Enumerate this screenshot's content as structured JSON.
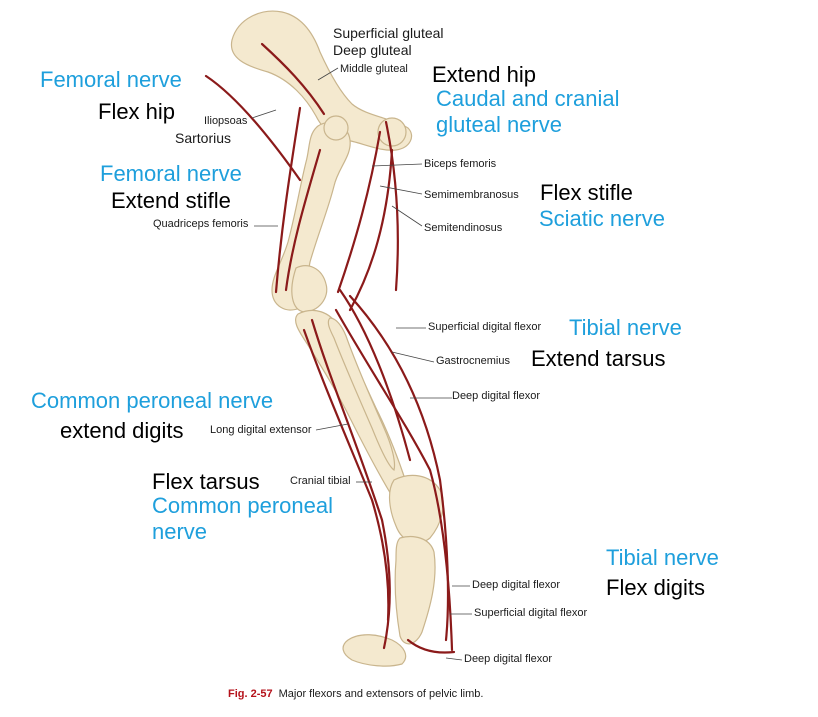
{
  "colors": {
    "nerve_blue": "#1e9fdc",
    "muscle_red": "#8b1a1a",
    "bone": "#f4e9cf",
    "caption_red": "#b5121b"
  },
  "muscles": {
    "superficial_gluteal": "Superficial gluteal",
    "deep_gluteal": "Deep gluteal",
    "middle_gluteal": "Middle gluteal",
    "iliopsoas": "Iliopsoas",
    "sartorius": "Sartorius",
    "biceps_femoris": "Biceps femoris",
    "semimembranosus": "Semimembranosus",
    "semitendinosus": "Semitendinosus",
    "quadriceps_femoris": "Quadriceps femoris",
    "superficial_digital_flexor_1": "Superficial digital flexor",
    "gastrocnemius": "Gastrocnemius",
    "deep_digital_flexor_1": "Deep digital flexor",
    "long_digital_extensor": "Long digital extensor",
    "cranial_tibial": "Cranial tibial",
    "deep_digital_flexor_2": "Deep digital flexor",
    "superficial_digital_flexor_2": "Superficial digital flexor",
    "deep_digital_flexor_3": "Deep digital flexor"
  },
  "annotations": {
    "femoral_nerve_1": "Femoral nerve",
    "flex_hip": "Flex hip",
    "extend_hip": "Extend hip",
    "caudal_cranial_gluteal_1": "Caudal and cranial",
    "caudal_cranial_gluteal_2": "gluteal nerve",
    "femoral_nerve_2": "Femoral nerve",
    "extend_stifle": "Extend stifle",
    "flex_stifle": "Flex stifle",
    "sciatic_nerve": "Sciatic nerve",
    "tibial_nerve_1": "Tibial nerve",
    "extend_tarsus": "Extend tarsus",
    "common_peroneal_1": "Common peroneal nerve",
    "extend_digits": "extend digits",
    "flex_tarsus": "Flex tarsus",
    "common_peroneal_2a": "Common peroneal",
    "common_peroneal_2b": "nerve",
    "tibial_nerve_2": "Tibial nerve",
    "flex_digits": "Flex digits"
  },
  "caption": {
    "figure": "Fig. 2-57",
    "text": "Major flexors and extensors of pelvic limb."
  }
}
